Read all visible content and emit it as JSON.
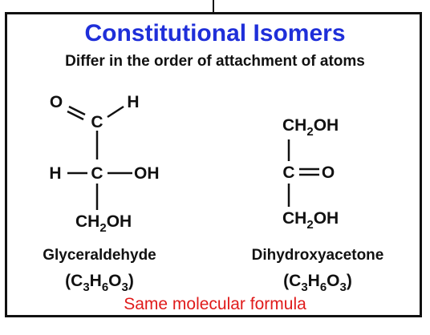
{
  "slide": {
    "title": "Constitutional Isomers",
    "subtitle": "Differ in the order of attachment of atoms",
    "caption": "Same molecular formula",
    "title_color": "#1f2fd9",
    "caption_color": "#e01b1b"
  },
  "molecules": [
    {
      "name": "Glyceraldehyde",
      "formula": "(C3H6O3)",
      "atoms": {
        "top_o": "O",
        "top_c": "C",
        "top_h": "H",
        "mid_h": "H",
        "mid_c": "C",
        "mid_oh": "OH",
        "bottom_group": "CH2OH"
      }
    },
    {
      "name": "Dihydroxyacetone",
      "formula": "(C3H6O3)",
      "atoms": {
        "top_group": "CH2OH",
        "mid_c": "C",
        "mid_o": "O",
        "bottom_group": "CH2OH"
      }
    }
  ]
}
